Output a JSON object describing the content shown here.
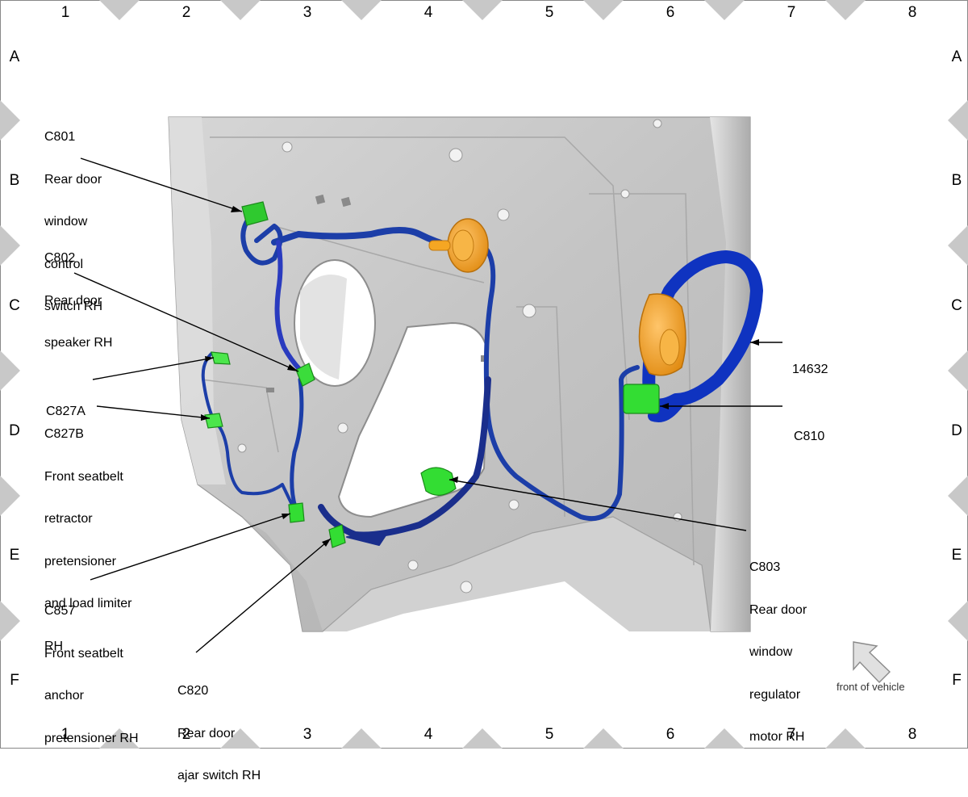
{
  "grid": {
    "columns": [
      "1",
      "2",
      "3",
      "4",
      "5",
      "6",
      "7",
      "8"
    ],
    "rows": [
      "A",
      "B",
      "C",
      "D",
      "E",
      "F"
    ]
  },
  "callouts": {
    "c801": [
      "C801",
      "Rear door",
      "window",
      "control",
      "switch RH"
    ],
    "c802": [
      "C802",
      "Rear door",
      "speaker RH"
    ],
    "c827a": [
      "C827A"
    ],
    "c827b": [
      "C827B",
      "Front seatbelt",
      "retractor",
      "pretensioner",
      "and load limiter",
      "RH"
    ],
    "c857": [
      "C857",
      "Front seatbelt",
      "anchor",
      "pretensioner RH"
    ],
    "c820": [
      "C820",
      "Rear door",
      "ajar switch RH"
    ],
    "c803": [
      "C803",
      "Rear door",
      "window",
      "regulator",
      "motor RH"
    ],
    "harness": [
      "14632"
    ],
    "c810": [
      "C810"
    ]
  },
  "orientation": {
    "label": "front of vehicle",
    "icon": "arrow-up-left-icon"
  },
  "colors": {
    "harness": "#1c3ea8",
    "connector": "#33dd33",
    "grommet": "#f5a623",
    "panel": "#c9c9c9",
    "frame_marker": "#c8c8c8"
  }
}
